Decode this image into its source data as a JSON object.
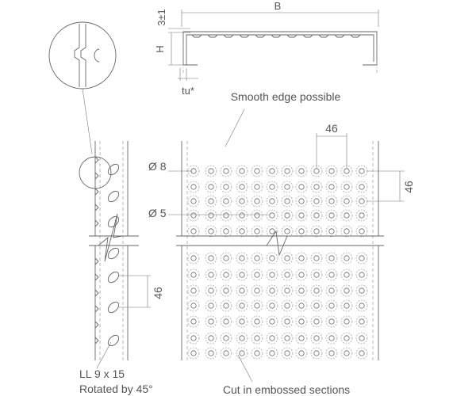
{
  "labels": {
    "b": "B",
    "tolerance": "3±1",
    "h": "H",
    "tu": "tu*",
    "smooth_edge": "Smooth edge possible",
    "dim_46_top": "46",
    "dim_46_right": "46",
    "dim_46_left": "46",
    "dia_8": "Ø 8",
    "dia_5": "Ø 5",
    "slot_size": "LL 9 x 15",
    "rotated": "Rotated by 45°",
    "cut_note": "Cut in embossed sections"
  }
}
